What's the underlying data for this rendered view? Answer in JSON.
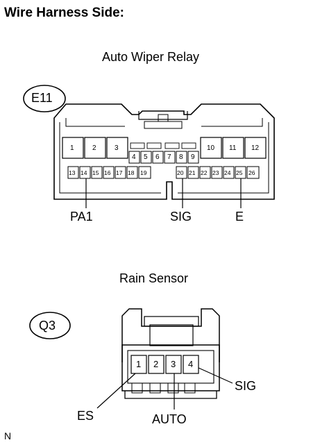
{
  "title": "Wire Harness Side:",
  "relay": {
    "caption": "Auto Wiper Relay",
    "connector_id": "E11",
    "pins_top": [
      "1",
      "2",
      "3",
      "10",
      "11",
      "12"
    ],
    "pins_mid": [
      "4",
      "5",
      "6",
      "7",
      "8",
      "9"
    ],
    "pins_bottom": [
      "13",
      "14",
      "15",
      "16",
      "17",
      "18",
      "19",
      "20",
      "21",
      "22",
      "23",
      "24",
      "25",
      "26"
    ],
    "callouts": {
      "pa1": "PA1",
      "sig": "SIG",
      "e": "E"
    }
  },
  "sensor": {
    "caption": "Rain Sensor",
    "connector_id": "Q3",
    "pins": [
      "1",
      "2",
      "3",
      "4"
    ],
    "callouts": {
      "es": "ES",
      "auto": "AUTO",
      "sig": "SIG"
    }
  },
  "corner_mark": "N"
}
